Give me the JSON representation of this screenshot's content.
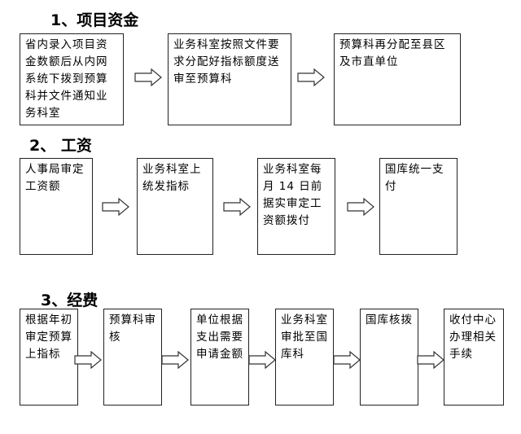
{
  "sections": [
    {
      "heading": "1、项目资金",
      "boxes": [
        "省内录入项目资金数额后从内网系统下拨到预算科并文件通知业务科室",
        "业务科室按照文件要求分配好指标额度送审至预算科",
        "预算科再分配至县区及市直单位"
      ]
    },
    {
      "heading": "2、 工资",
      "boxes": [
        "人事局审定工资额",
        "业务科室上统发指标",
        "业务科室每月 14 日前据实审定工资额拨付",
        "国库统一支付"
      ]
    },
    {
      "heading": "3、经费",
      "boxes": [
        "根据年初审定预算上指标",
        "预算科审核",
        "单位根据支出需要申请金额",
        "业务科室审批至国库科",
        "国库核拨",
        "收付中心办理相关手续"
      ]
    }
  ]
}
